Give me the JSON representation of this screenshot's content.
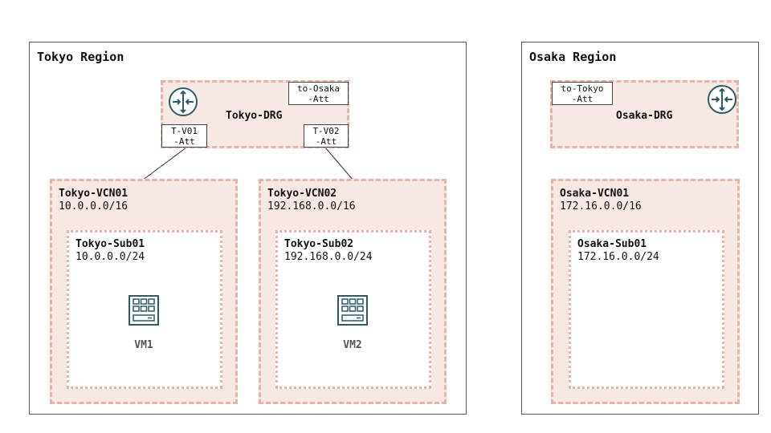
{
  "colors": {
    "accent_border": "#e6b3a6",
    "accent_fill": "#f7e8e4",
    "icon_color": "#2f5966",
    "region_border": "#555555"
  },
  "tokyo": {
    "region_title": "Tokyo Region",
    "drg": {
      "name": "Tokyo-DRG",
      "icon": "router-icon",
      "attachments": {
        "osaka": "to-Osaka\n-Att",
        "v01": "T-V01\n-Att",
        "v02": "T-V02\n-Att"
      }
    },
    "vcn01": {
      "name": "Tokyo-VCN01",
      "cidr": "10.0.0.0/16",
      "subnet": {
        "name": "Tokyo-Sub01",
        "cidr": "10.0.0.0/24",
        "vm": "VM1",
        "vm_icon": "server-icon"
      }
    },
    "vcn02": {
      "name": "Tokyo-VCN02",
      "cidr": "192.168.0.0/16",
      "subnet": {
        "name": "Tokyo-Sub02",
        "cidr": "192.168.0.0/24",
        "vm": "VM2",
        "vm_icon": "server-icon"
      }
    }
  },
  "osaka": {
    "region_title": "Osaka Region",
    "drg": {
      "name": "Osaka-DRG",
      "icon": "router-icon",
      "attachments": {
        "tokyo": "to-Tokyo\n-Att"
      }
    },
    "vcn01": {
      "name": "Osaka-VCN01",
      "cidr": "172.16.0.0/16",
      "subnet": {
        "name": "Osaka-Sub01",
        "cidr": "172.16.0.0/24"
      }
    }
  }
}
